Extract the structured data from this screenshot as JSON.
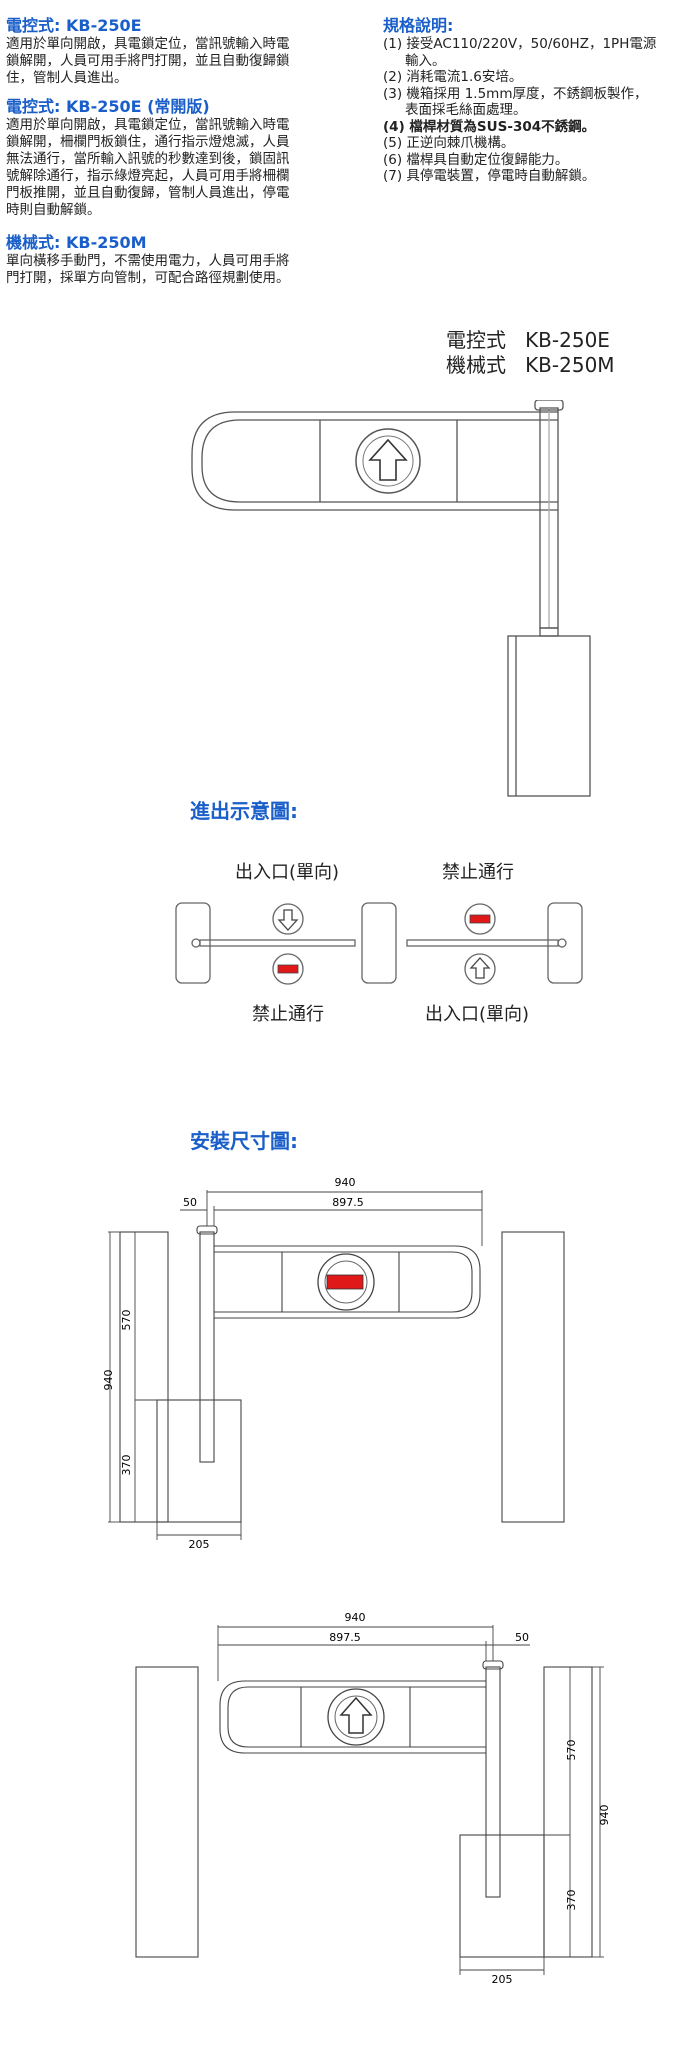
{
  "left": {
    "sections": [
      {
        "title": "電控式: KB-250E",
        "body": [
          "適用於單向開啟，具電鎖定位，當訊號輸入時電",
          "鎖解開，人員可用手將門打開，並且自動復歸鎖",
          "住，管制人員進出。"
        ]
      },
      {
        "title": "電控式: KB-250E (常開版)",
        "body": [
          "適用於單向開啟，具電鎖定位，當訊號輸入時電",
          "鎖解開，柵欄門板鎖住，通行指示燈熄滅，人員",
          "無法通行，當所輸入訊號的秒數達到後，鎖固訊",
          "號解除通行，指示綠燈亮起，人員可用手將柵欄",
          "門板推開，並且自動復歸，管制人員進出，停電",
          "時則自動解鎖。"
        ]
      },
      {
        "title": "機械式: KB-250M",
        "body": [
          "單向橫移手動門，不需使用電力，人員可用手將",
          "門打開，採單方向管制，可配合路徑規劃使用。"
        ]
      }
    ]
  },
  "specs": {
    "title": "規格說明:",
    "items": [
      [
        "(1) 接受AC110/220V，50/60HZ，1PH電源",
        "輸入。"
      ],
      [
        "(2) 消耗電流1.6安培。"
      ],
      [
        "(3) 機箱採用 1.5mm厚度，不銹鋼板製作，",
        "表面採毛絲面處理。"
      ],
      [
        "(4) 檔桿材質為SUS-304不銹鋼。"
      ],
      [
        "(5) 正逆向棘爪機構。"
      ],
      [
        "(6) 檔桿具自動定位復歸能力。"
      ],
      [
        "(7) 具停電裝置，停電時自動解鎖。"
      ]
    ]
  },
  "models": [
    "電控式   KB-250E",
    "機械式   KB-250M"
  ],
  "flow": {
    "title": "進出示意圖:",
    "top_left": "出入口(單向)",
    "top_right": "禁止通行",
    "bottom_left": "禁止通行",
    "bottom_right": "出入口(單向)"
  },
  "install": {
    "title": "安裝尺寸圖:",
    "dims": {
      "width": "940",
      "bar": "897.5",
      "offset": "50",
      "height": "940",
      "upper": "570",
      "lower": "370",
      "base": "205"
    }
  },
  "colors": {
    "accent": "#1a5fc9",
    "stop": "#e01818"
  },
  "icons": [
    "up-arrow-icon",
    "down-arrow-icon",
    "stop-sign-icon"
  ]
}
